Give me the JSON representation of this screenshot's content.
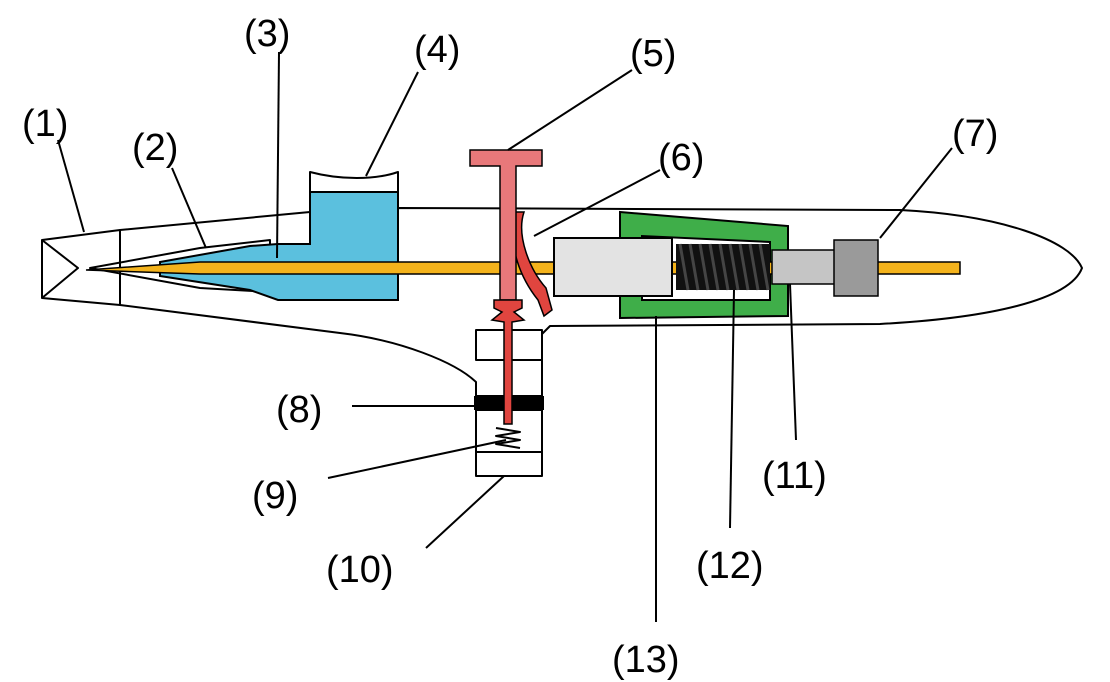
{
  "colors": {
    "outline": "#000000",
    "paint": "#5bc0de",
    "needle": "#f4b31c",
    "trigger": "#e8787a",
    "trigger_valve": "#e0453f",
    "spring_housing": "#3fae49",
    "needle_chuck": "#e3e3e3",
    "spring": "#111111",
    "chuck_guide": "#c5c5c5",
    "lock_nut": "#9a9a9a"
  },
  "labels": {
    "l1": "(1)",
    "l2": "(2)",
    "l3": "(3)",
    "l4": "(4)",
    "l5": "(5)",
    "l6": "(6)",
    "l7": "(7)",
    "l8": "(8)",
    "l9": "(9)",
    "l10": "(10)",
    "l11": "(11)",
    "l12": "(12)",
    "l13": "(13)"
  }
}
